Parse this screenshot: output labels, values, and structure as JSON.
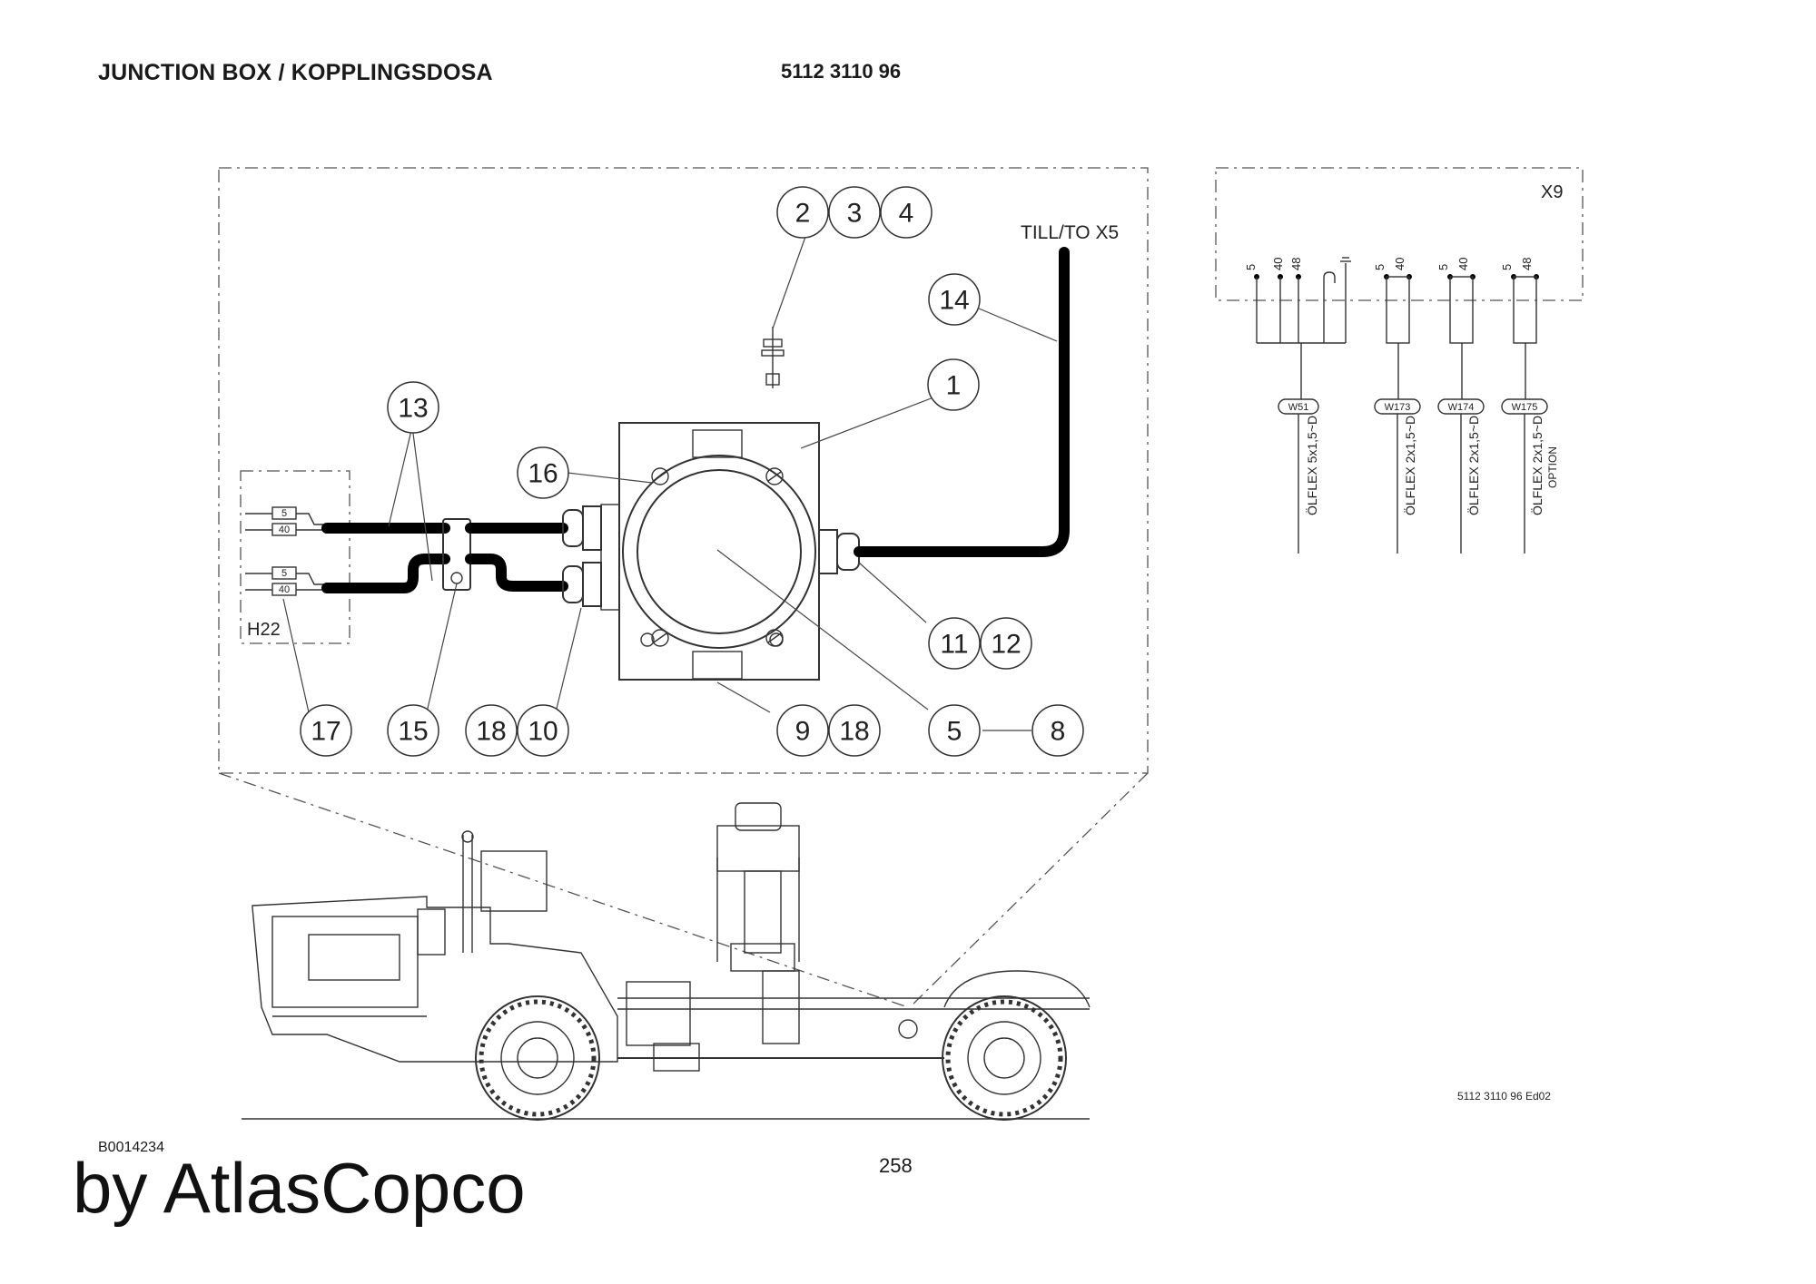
{
  "header": {
    "title": "JUNCTION BOX / KOPPLINGSDOSA",
    "part_number": "5112 3110 96"
  },
  "footer": {
    "image_id": "B0014234",
    "page_number": "258",
    "brand": "by AtlasCopco"
  },
  "drawing": {
    "callouts": [
      "2",
      "3",
      "4",
      "14",
      "1",
      "13",
      "16",
      "11",
      "12",
      "17",
      "15",
      "18",
      "10",
      "9",
      "18",
      "5",
      "8"
    ],
    "cable_destination": "TILL/TO X5",
    "connector_label": "H22",
    "connector_pins": [
      "5",
      "40",
      "5",
      "40"
    ],
    "revision_code": "5112 3110 96 Ed02"
  },
  "wiring": {
    "terminal_block": "X9",
    "pin_groups": [
      {
        "pins": [
          "5",
          "40",
          "48"
        ]
      },
      {
        "pins": [
          "5",
          "40"
        ]
      },
      {
        "pins": [
          "5",
          "40"
        ]
      },
      {
        "pins": [
          "5",
          "48"
        ]
      }
    ],
    "cables": [
      {
        "id": "W51",
        "spec": "ÖLFLEX 5x1,5~D",
        "note": ""
      },
      {
        "id": "W173",
        "spec": "ÖLFLEX 2x1,5~D",
        "note": ""
      },
      {
        "id": "W174",
        "spec": "ÖLFLEX 2x1,5~D",
        "note": ""
      },
      {
        "id": "W175",
        "spec": "ÖLFLEX 2x1,5~D",
        "note": "OPTION"
      }
    ]
  }
}
